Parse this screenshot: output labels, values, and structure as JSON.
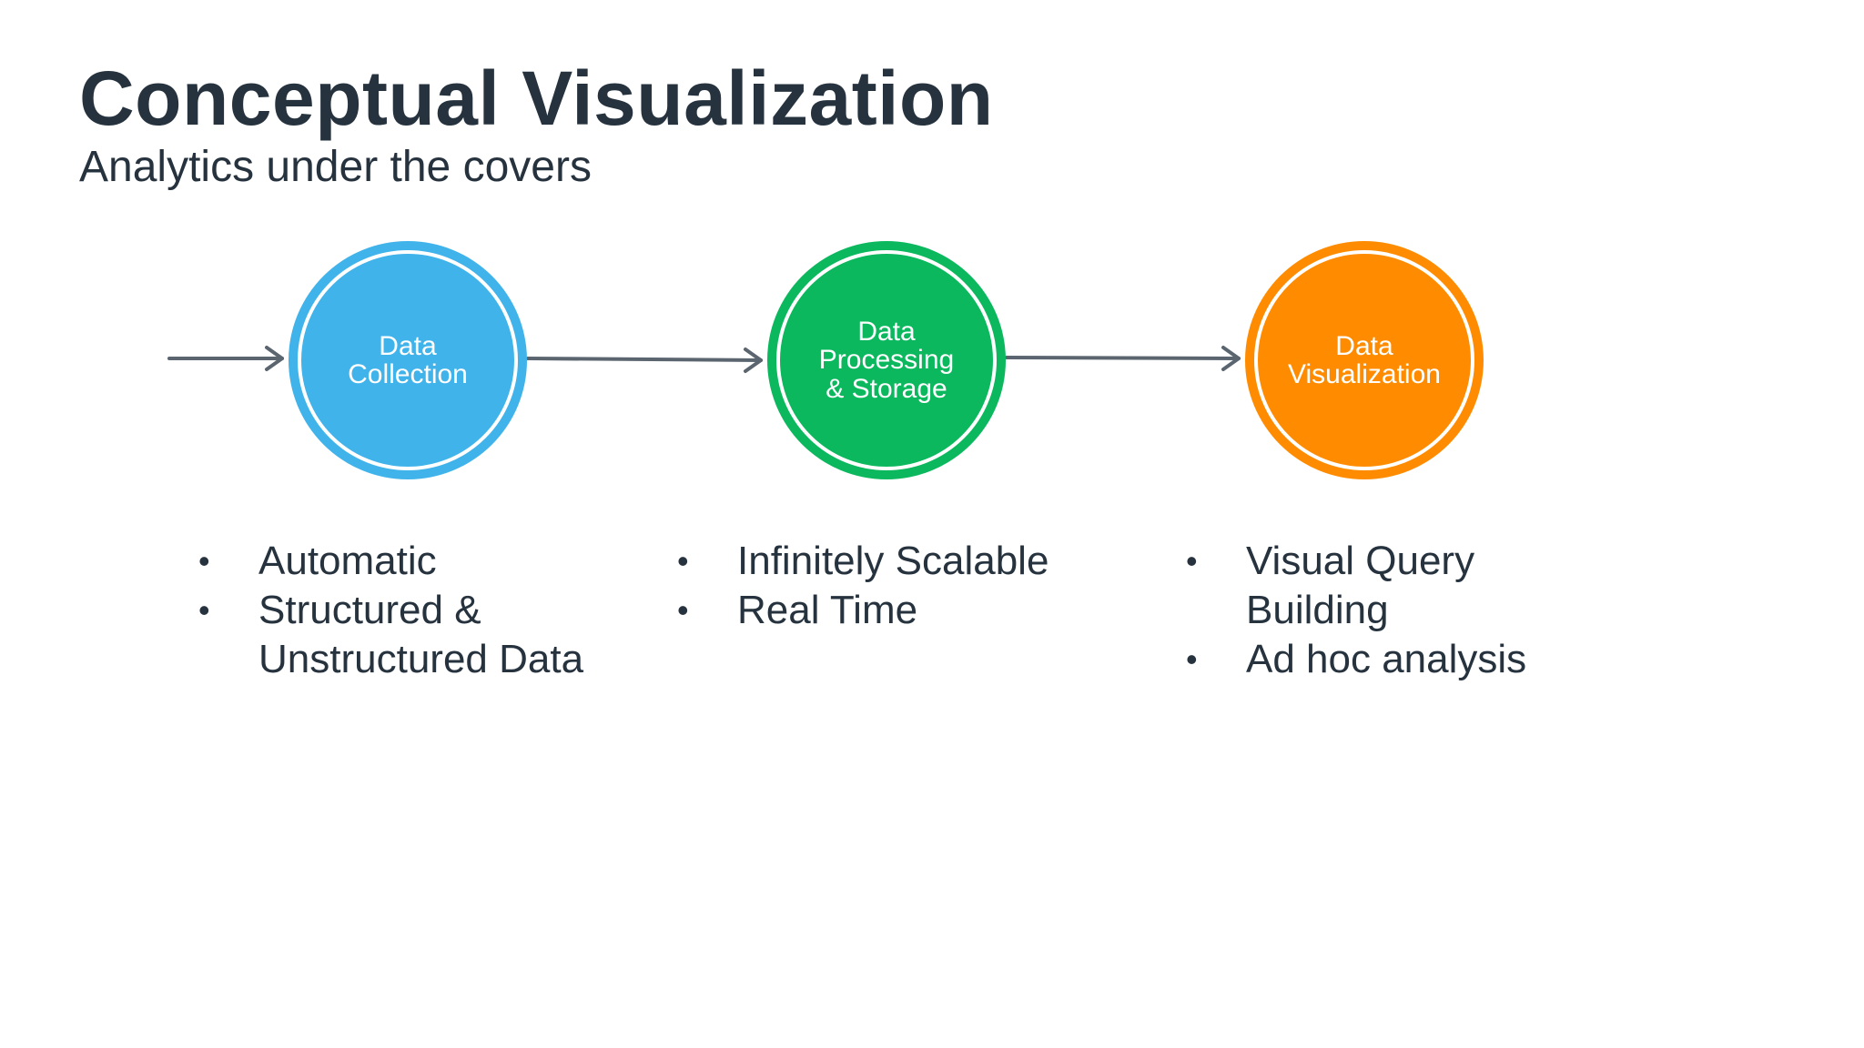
{
  "slide": {
    "title": "Conceptual Visualization",
    "subtitle": "Analytics under the covers"
  },
  "nodes": [
    {
      "label": "Data\nCollection",
      "color": "#41b3eb"
    },
    {
      "label": "Data\nProcessing\n& Storage",
      "color": "#0bb85e"
    },
    {
      "label": "Data\nVisualization",
      "color": "#ff8c00"
    }
  ],
  "bullets": {
    "collection": [
      "Automatic",
      "Structured & Unstructured Data"
    ],
    "processing": [
      "Infinitely Scalable",
      "Real Time"
    ],
    "visualization": [
      "Visual Query Building",
      "Ad hoc analysis"
    ]
  },
  "colors": {
    "text": "#26333f",
    "arrow": "#5a6570"
  }
}
